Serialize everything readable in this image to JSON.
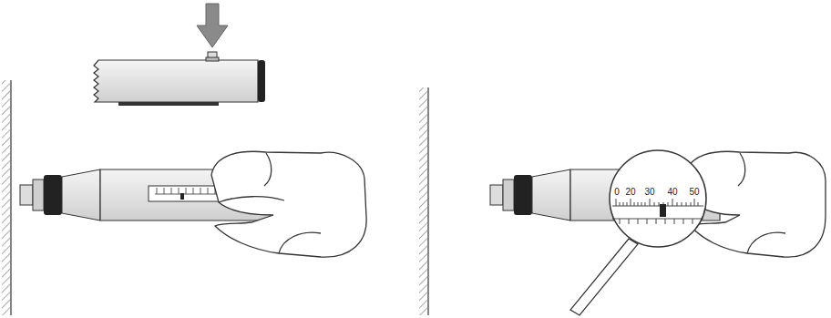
{
  "diagram": {
    "labels": [
      "0",
      "20",
      "30",
      "40",
      "50"
    ]
  }
}
